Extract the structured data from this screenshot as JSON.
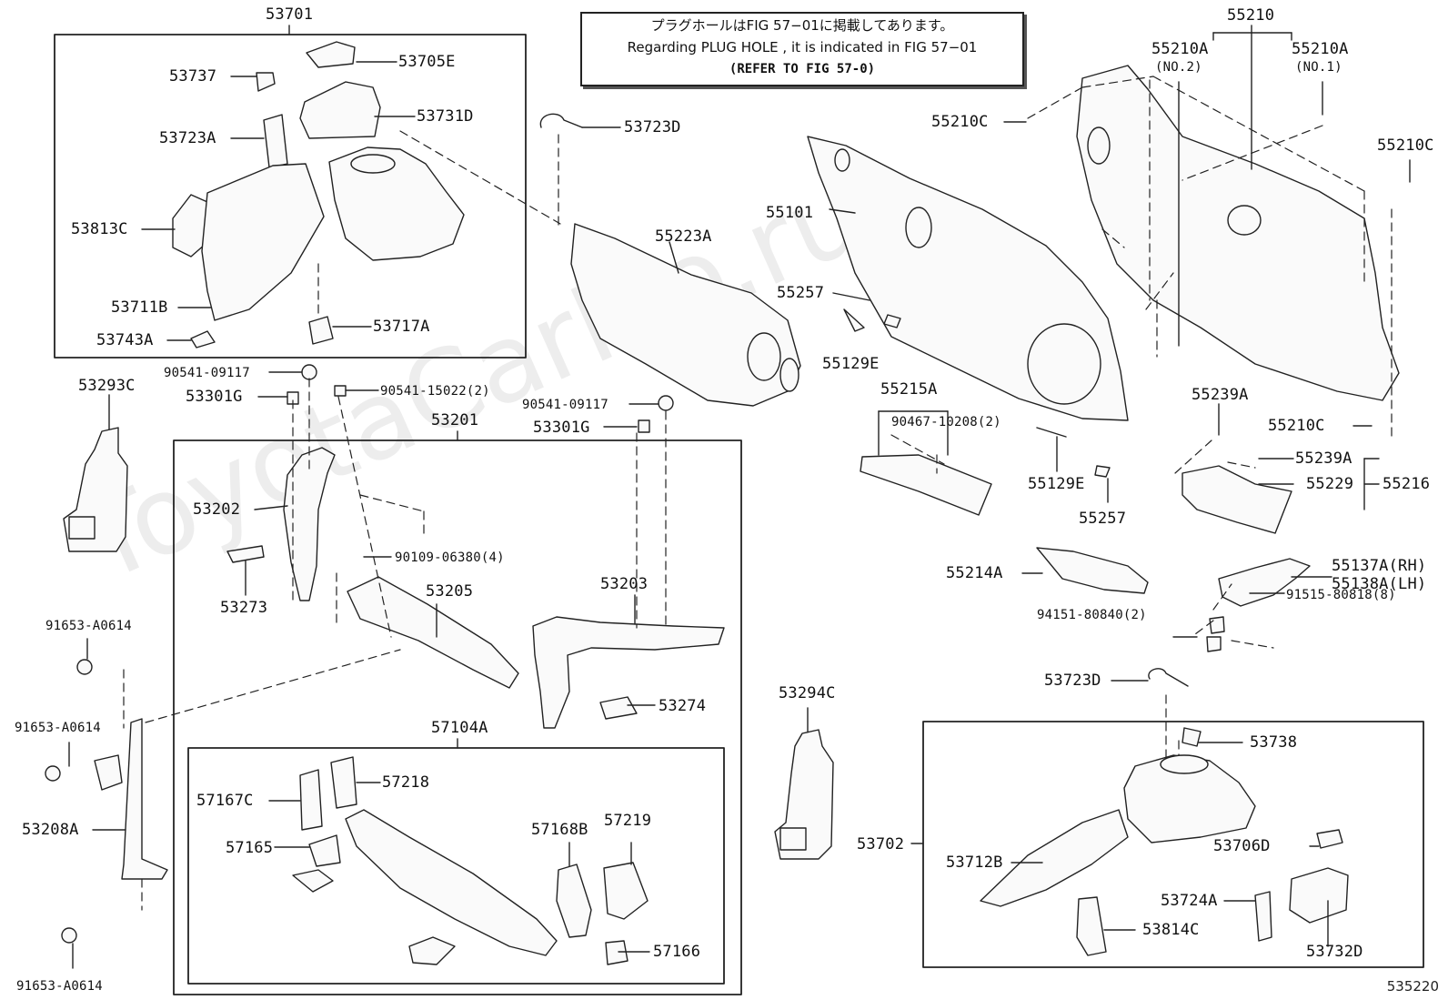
{
  "note": {
    "line1": "プラグホールはFIG 57−01に掲載してあります。",
    "line2": "Regarding PLUG HOLE , it is indicated in FIG 57−01",
    "line3": "(REFER TO FIG 57-0)"
  },
  "watermark": "ToyotaCarMo.ru",
  "figure_code": "535220",
  "labels": {
    "p53701": "53701",
    "p53737": "53737",
    "p53705E": "53705E",
    "p53731D": "53731D",
    "p53723A": "53723A",
    "p53813C": "53813C",
    "p53711B": "53711B",
    "p53743A": "53743A",
    "p53717A": "53717A",
    "p53723D_top": "53723D",
    "p55223A": "55223A",
    "p55101": "55101",
    "p55210": "55210",
    "p55210A_no2": "55210A",
    "no2": "(NO.2)",
    "p55210A_no1": "55210A",
    "no1": "(NO.1)",
    "p55210C_a": "55210C",
    "p55210C_b": "55210C",
    "p55210C_c": "55210C",
    "p55257_a": "55257",
    "p55129E_a": "55129E",
    "p55215A": "55215A",
    "p90467": "90467-10208(2)",
    "p55129E_b": "55129E",
    "p55257_b": "55257",
    "p55239A_a": "55239A",
    "p55239A_b": "55239A",
    "p55229": "55229",
    "p55216": "55216",
    "p55214A": "55214A",
    "p55137A": "55137A(RH)",
    "p55138A": "55138A(LH)",
    "p91515": "91515-80818(8)",
    "p94151": "94151-80840(2)",
    "p53293C": "53293C",
    "p90541_a": "90541-09117",
    "p53301G_a": "53301G",
    "p90541_15022": "90541-15022(2)",
    "p90541_b": "90541-09117",
    "p53301G_b": "53301G",
    "p53201": "53201",
    "p53202": "53202",
    "p90109": "90109-06380(4)",
    "p53273": "53273",
    "p53205": "53205",
    "p53203": "53203",
    "p53274": "53274",
    "p57104A": "57104A",
    "p57167C": "57167C",
    "p57218": "57218",
    "p57165": "57165",
    "p57168B": "57168B",
    "p57219": "57219",
    "p57166": "57166",
    "p91653_a": "91653-A0614",
    "p91653_b": "91653-A0614",
    "p91653_c": "91653-A0614",
    "p53208A": "53208A",
    "p53294C": "53294C",
    "p53723D_bot": "53723D",
    "p53738": "53738",
    "p53702": "53702",
    "p53712B": "53712B",
    "p53706D": "53706D",
    "p53724A": "53724A",
    "p53814C": "53814C",
    "p53732D": "53732D"
  }
}
